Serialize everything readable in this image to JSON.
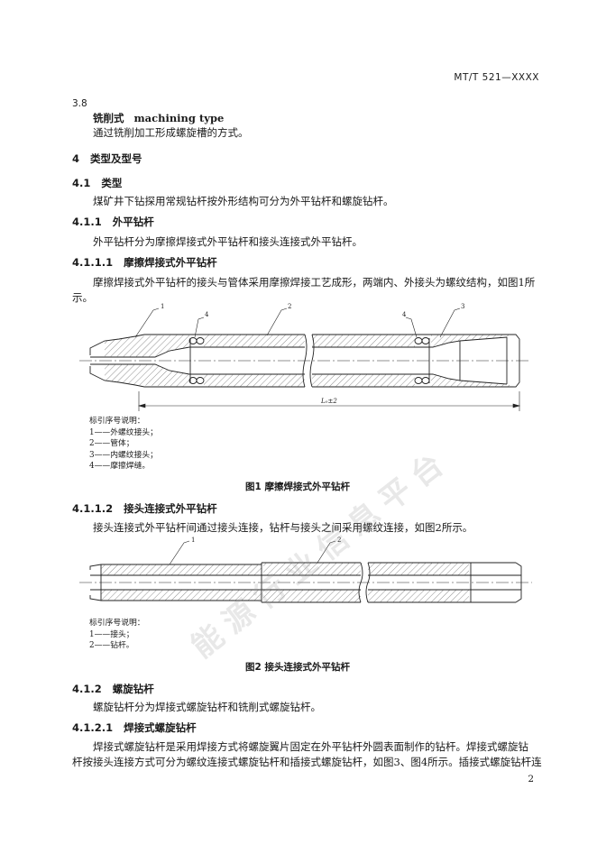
{
  "header": {
    "standard_code": "MT/T 521—XXXX"
  },
  "sec_3_8": {
    "number": "3.8",
    "term_zh": "铣削式",
    "term_en": "machining type",
    "definition": "通过铣削加工形成螺旋槽的方式。"
  },
  "sec_4": {
    "number": "4",
    "title": "类型及型号"
  },
  "sec_4_1": {
    "number": "4.1",
    "title": "类型",
    "body": "煤矿井下钻探用常规钻杆按外形结构可分为外平钻杆和螺旋钻杆。"
  },
  "sec_4_1_1": {
    "number": "4.1.1",
    "title": "外平钻杆",
    "body": "外平钻杆分为摩擦焊接式外平钻杆和接头连接式外平钻杆。"
  },
  "sec_4_1_1_1": {
    "number": "4.1.1.1",
    "title": "摩擦焊接式外平钻杆",
    "body_line1": "摩擦焊接式外平钻杆的接头与管体采用摩擦焊接工艺成形，两端内、外接头为螺纹结构，如图1所",
    "body_line2": "示。"
  },
  "figure1": {
    "callouts": [
      "1",
      "2",
      "3",
      "4",
      "4"
    ],
    "dimension": "L₀±2",
    "legend_title": "标引序号说明：",
    "legend": [
      "1——外螺纹接头；",
      "2——管体；",
      "3——内螺纹接头；",
      "4——摩擦焊缝。"
    ],
    "caption": "图1   摩擦焊接式外平钻杆"
  },
  "sec_4_1_1_2": {
    "number": "4.1.1.2",
    "title": "接头连接式外平钻杆",
    "body": "接头连接式外平钻杆间通过接头连接，钻杆与接头之间采用螺纹连接，如图2所示。"
  },
  "figure2": {
    "callouts": [
      "1",
      "2"
    ],
    "legend_title": "标引序号说明：",
    "legend": [
      "1——接头；",
      "2——钻杆。"
    ],
    "caption": "图2   接头连接式外平钻杆"
  },
  "sec_4_1_2": {
    "number": "4.1.2",
    "title": "螺旋钻杆",
    "body": "螺旋钻杆分为焊接式螺旋钻杆和铣削式螺旋钻杆。"
  },
  "sec_4_1_2_1": {
    "number": "4.1.2.1",
    "title": "焊接式螺旋钻杆",
    "body_line1": "焊接式螺旋钻杆是采用焊接方式将螺旋翼片固定在外平钻杆外圆表面制作的钻杆。焊接式螺旋钻",
    "body_line2": "杆按接头连接方式可分为螺纹连接式螺旋钻杆和插接式螺旋钻杆，如图3、图4所示。插接式螺旋钻杆连"
  },
  "footer": {
    "page_number": "2"
  },
  "watermark": {
    "text": "能源行业信息平台"
  }
}
